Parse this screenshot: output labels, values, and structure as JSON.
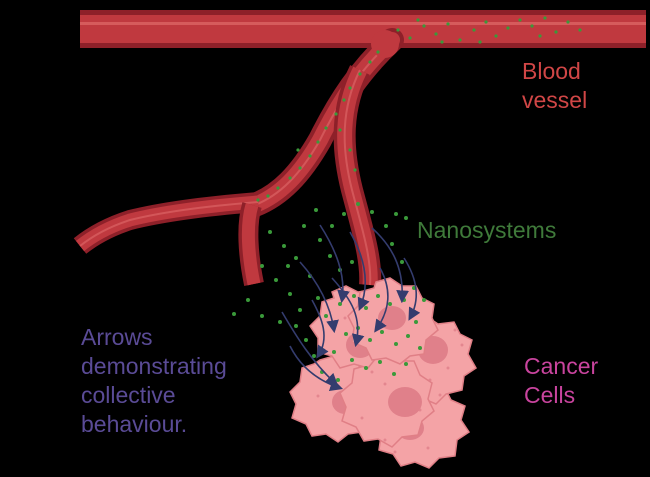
{
  "labels": {
    "blood_vessel": [
      "Blood",
      "vessel"
    ],
    "nanosystems": "Nanosystems",
    "arrows": [
      "Arrows",
      "demonstrating",
      "collective",
      "behaviour."
    ],
    "cancer_cells": [
      "Cancer",
      "Cells"
    ]
  },
  "colors": {
    "background": "#000000",
    "vessel": "#c0393f",
    "vessel_dark": "#8e2029",
    "vessel_light": "#e06a6a",
    "nanoparticle": "#3a9a3a",
    "arrow": "#343c6e",
    "cell": "#f4a3a6",
    "cell_dark": "#e07f86",
    "nucleus": "#e0808a",
    "label_vessel": "#d04646",
    "label_nano": "#3f7a3a",
    "label_arrows": "#5a4b96",
    "label_cancer": "#c9449e"
  }
}
